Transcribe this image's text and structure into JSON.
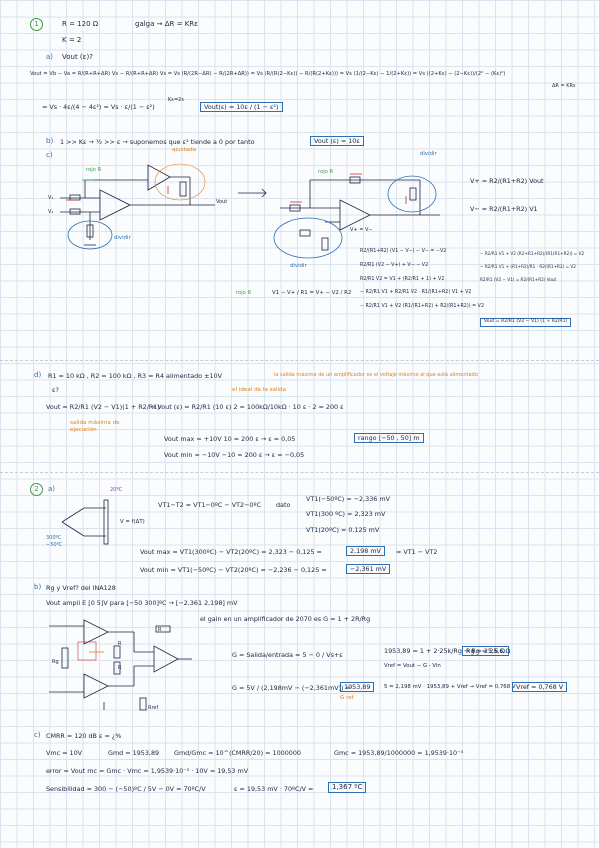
{
  "section1": {
    "number": "1",
    "r_def": "R = 120 Ω",
    "k_def": "K = 2",
    "bridge_note": "galga → ΔR = KRε",
    "a_label": "a)",
    "a_title": "Vout (ε)?",
    "line1a": "Vout = Vb − Va = R/(R+R+ΔR) Vs − R/(R+R+ΔR) Vs = Vs (R/(2R−ΔR) − R/(2R+ΔR)) = Vs (R/(R(2−Kε)) − R/(R(2+Kε))) = Vs (1/(2−Kε) − 1/(2+Kε)) = Vs ((2+Kε) − (2−Kε))/(2² − (Kε)²)",
    "line1a_tail": "ΔR = KRε",
    "line2a": "= Vs · 4ε/(4 − 4ε²) = Vs · ε/(1 − ε²)",
    "line2a_note": "Kε=2ε",
    "vout_box": "Vout(ε) = 10ε / (1 − ε²)",
    "b_label": "b)",
    "b_text": "1 >> Kε → ½ >> ε → suponemos que ε² tiende a 0 por tanto",
    "b_box": "Vout (ε) = 10ε",
    "c_label": "c)",
    "circuit_tags": {
      "red1": "rojo R",
      "green1": "rojo R",
      "blue1": "dividir",
      "orange1": "ajustada",
      "blue2": "dividir",
      "blue3": "dividir"
    },
    "vplus_eq": "V+ = R2/(R1+R2) Vout",
    "vminus_eq": "V− = R2/(R1+R2) V1",
    "vpm": "V+ = V−",
    "deriv_left": [
      "R2/(R1+R2) (V1 − V−) − V− = −V2",
      "R2/R1 (V2 − V+) + V− − V2",
      "R2/R1 V2 = V1 + (R2/R1 + 1) + V2",
      "− R2/R1 V1 + R2/R1 V2 · R1/(R1+R2) V1 + V2",
      "− R2/R1 V1 + V2 (R1/(R1+R2) + R2/(R1+R2)) = V2"
    ],
    "deriv_right": [
      "− R2/R1 V1 + V2 (R2+R1+R2)/(R1(R1+R2)) = V2",
      "− R2/R1 V1 + (R1+R2)/R1 · R2/(R1+R2) = V2",
      "R2/R1 (V2 − V1) = R2/(R1+R2) Vout"
    ],
    "vout_final": "Vout = R2/R1 (V2 − V1) (1 + R2/R1)",
    "middle_eq": "V1 − V+ / R1 = V+ − V2 / R2",
    "middle_tag": "rojo R"
  },
  "section_d": {
    "label": "d)",
    "params": "R1 = 10 kΩ , R2 = 100 kΩ , R3 = R4 alimentado ±10V",
    "question": "la salida máxima de un amplificador es el voltaje máximo al que está alimentado",
    "question_cont": "ε?",
    "eq1": "Vout = R2/R1 (V2 − V1)(1 + R2/R1)",
    "eq1_mid": "→ Vout (ε) = R2/R1 (10 ε) 2 = 100kΩ/10kΩ · 10 ε · 2 = 200 ε",
    "annot_ideal": "el ideal de la salida",
    "annot_out": "salida máxima de ejecución",
    "row_max": "Vout max = +10V     10 = 200 ε  →  ε = 0,05",
    "row_min": "Vout min = −10V    −10 = 200 ε  →  ε = −0,05",
    "range_box": "rango [−50 , 50] m"
  },
  "section2": {
    "number": "2",
    "a_label": "a)",
    "tc_tag1": "20ºC",
    "tc_tag2": "300ºC",
    "tc_tag3": "−50ºC",
    "tc_v": "V = f(ΔT)",
    "tc_eq": "VT1−T2 = VT1−0ºC − VT2−0ºC",
    "data_label": "dato",
    "data": [
      "VT1(−50ºC) = −2,336 mV",
      "VT1(300 ºC) = 2,323 mV",
      "VT1(20ºC) = 0,125 mV"
    ],
    "vmax_line": "Vout max = VT1(300ºC) − VT2(20ºC) = 2,323 − 0,125 =",
    "vmax_val": "2,198 mV",
    "vmax_tail": "≈ VT1 − VT2",
    "vmin_line": "Vout min = VT1(−50ºC) − VT2(20ºC) = −2,236 − 0,125 =",
    "vmin_val": "−2,361 mV",
    "b_label": "b)",
    "b_title": "Rg y Vref? del INA128",
    "b_sub": "Vout ampli E [0 5]V   para [−50 300]ºC  → [−2,361  2,198] mV",
    "gain_text": "el gain en un amplificador de 2070 es   G = 1 + 2R/Rg",
    "g1": "G = Salida/entrada = 5 − 0 / Vs+ε",
    "g1_res": "1953,89 = 1 + 2·25k/Rg → Rg = 25,6 Ω",
    "vref_line": "Vref = Vout − G · Vin",
    "g2": "G = 5V / (2,198mV − (−2,361mV)) =",
    "g2_val": "1953,89",
    "vref_calc": "5 = 2,198 mV · 1953,89 + Vref → Vref = 0,768 V",
    "rg_box": "Rg = 25,6 Ω",
    "vref_box": "Vref = 0,768 V",
    "g_ref": "G ref",
    "circuit_labels": [
      "Rg",
      "R",
      "R",
      "R",
      "Rref"
    ],
    "c_label": "c)",
    "c_title": "CMRR = 120 dB     ε = ¿%",
    "vmc": "Vmc = 10V",
    "gmod": "Gmd = 1953,89",
    "gmd_formula": "Gmd/Gmc = 10^(CMRR/20) = 1000000",
    "gmc": "Gmc = 1953,89/1000000 = 1,9539·10⁻³",
    "error_line": "error = Vout mc = Gmc · Vmc = 1,9539·10⁻³ · 10V = 19,53 mV",
    "sens_line": "Sensibilidad = 300 − (−50)ºC / 5V − 0V = 70ºC/V",
    "err_final": "ε = 19,53 mV · 70ºC/V =",
    "err_box": "1,367 ºC"
  }
}
